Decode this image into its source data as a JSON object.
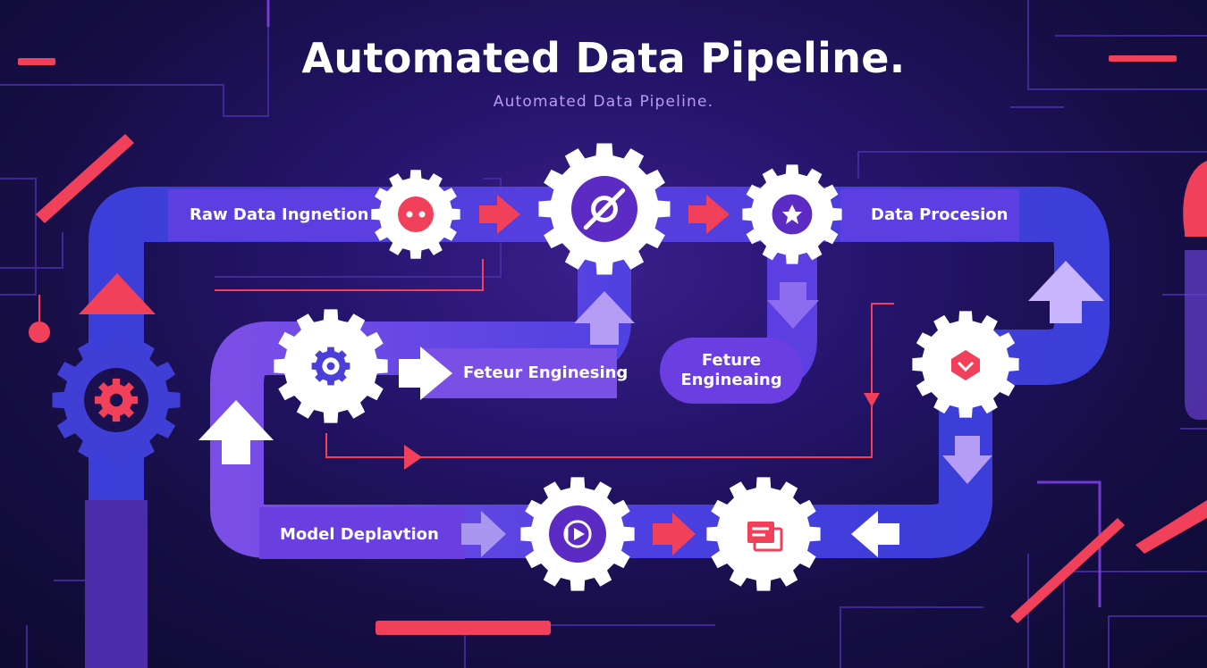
{
  "title": "Automated Data Pipeline.",
  "subtitle": "Automated Data Pipeline.",
  "stages": {
    "raw_data": "Raw Data Ingnetion",
    "data_processing": "Data Procesion",
    "feature_engineering_track": "Feteur Enginesing",
    "feature_engineering_pill_line1": "Feture",
    "feature_engineering_pill_line2": "Engineaing",
    "model_deployment": "Model Deplavtion"
  },
  "colors": {
    "track": "#3f3fd6",
    "track_light": "#7b4fe6",
    "accent_red": "#f0405a",
    "gear": "#ffffff",
    "icon_purple": "#5b2bc4",
    "background": "#1a1050"
  },
  "icons": [
    "dots-icon",
    "link-icon",
    "star-icon",
    "target-icon",
    "play-icon",
    "document-icon",
    "hex-icon",
    "cog-icon"
  ]
}
